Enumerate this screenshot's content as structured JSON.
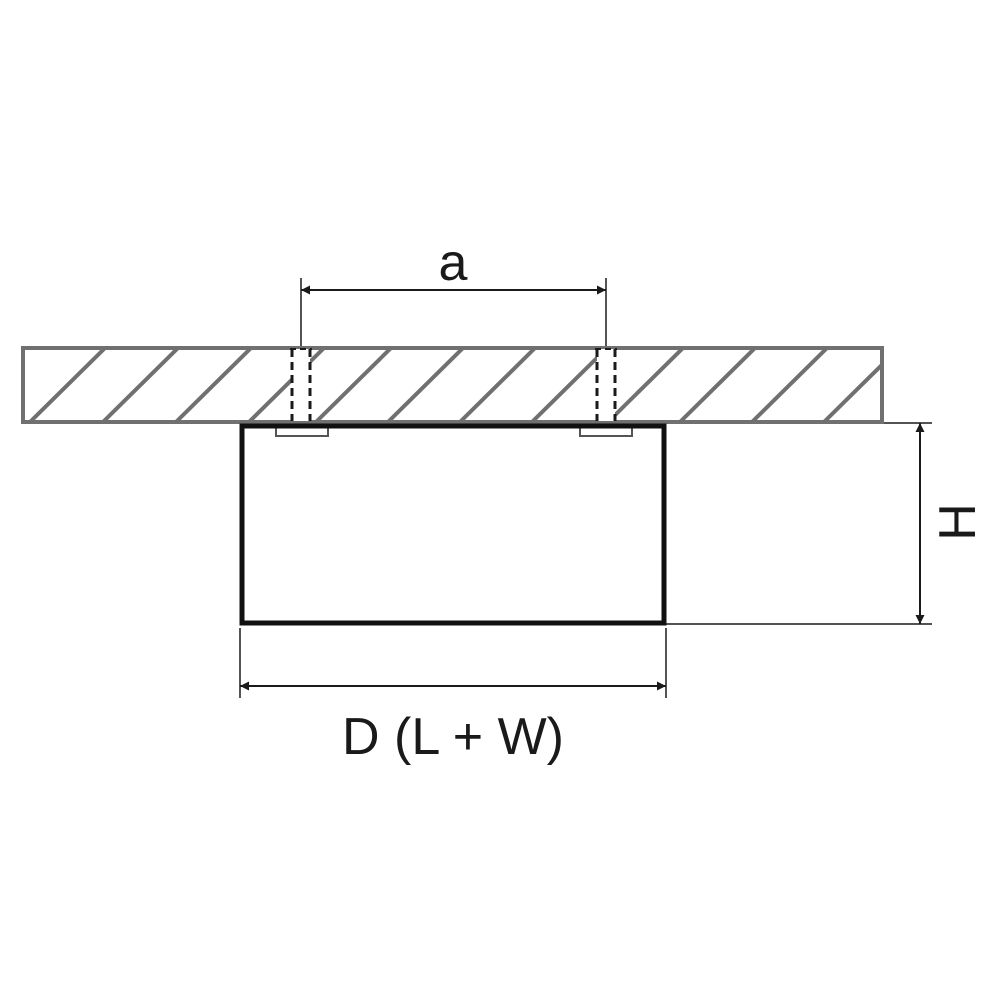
{
  "labels": {
    "spacing": "a",
    "height": "H",
    "width": "D (L + W)"
  },
  "colors": {
    "ceiling": "#707070",
    "fixture": "#111111",
    "dimension": "#1a1a1a"
  }
}
